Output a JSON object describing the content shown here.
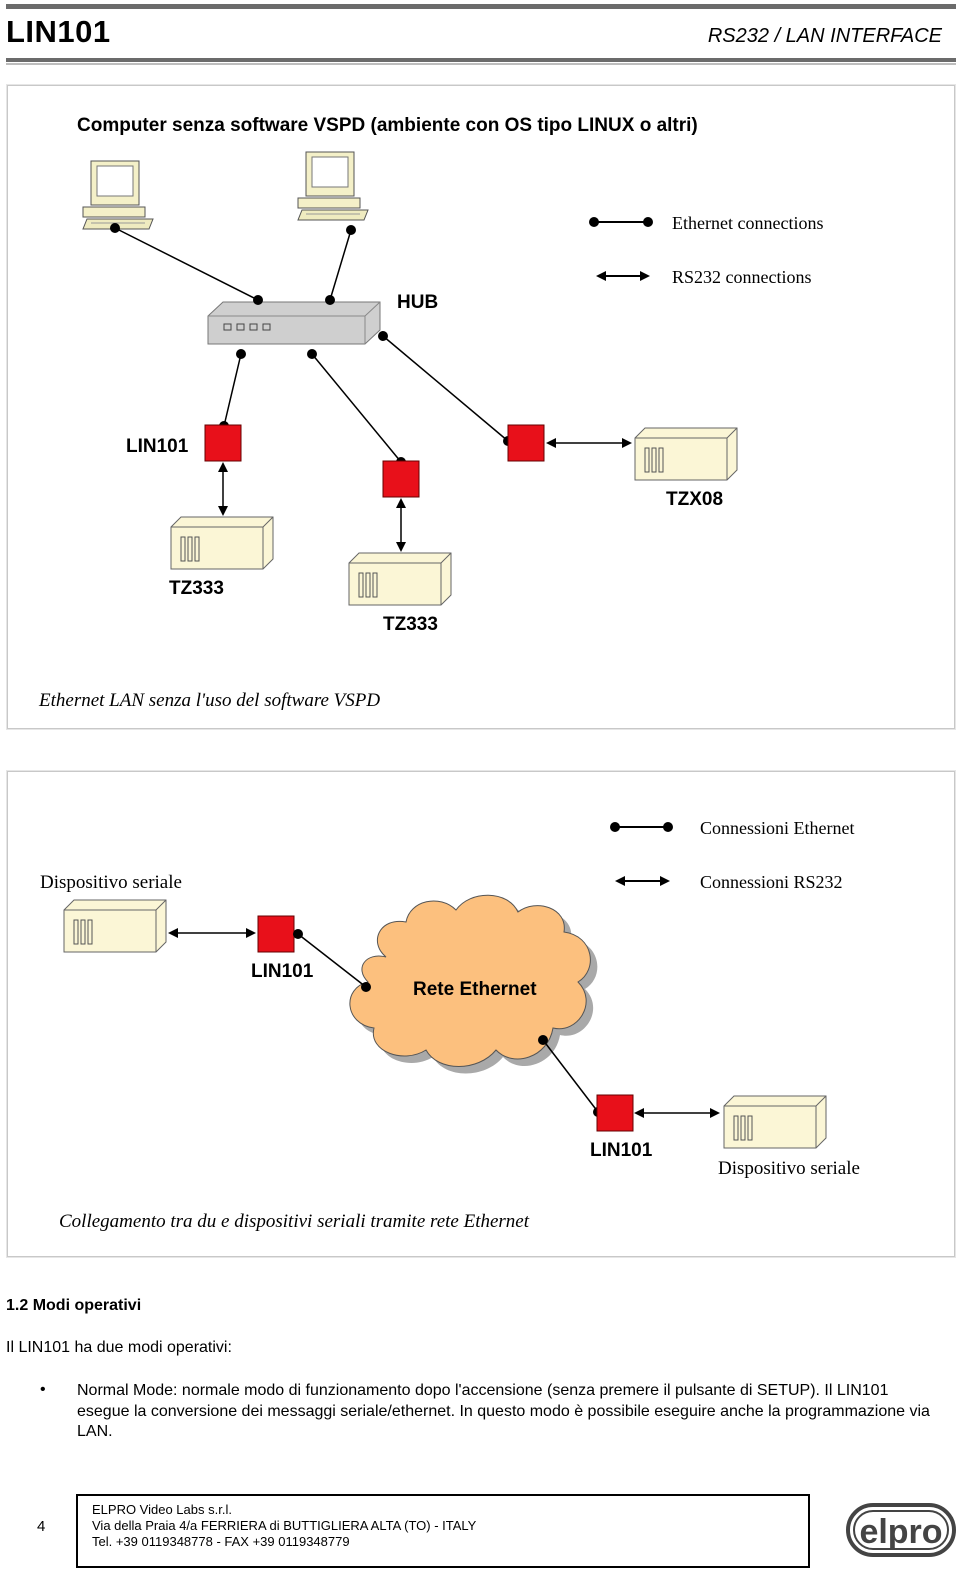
{
  "header": {
    "title": "LIN101",
    "subtitle": "RS232 / LAN INTERFACE"
  },
  "diagram1": {
    "title": "Computer senza software VSPD (ambiente con OS tipo LINUX o altri)",
    "legend_ethernet": "Ethernet connections",
    "legend_rs232": "RS232 connections",
    "hub_label": "HUB",
    "lin101_label": "LIN101",
    "tzx08_label": "TZX08",
    "tz333_label_1": "TZ333",
    "tz333_label_2": "TZ333",
    "caption": "Ethernet LAN senza l'uso del software VSPD"
  },
  "diagram2": {
    "legend_ethernet": "Connessioni Ethernet",
    "legend_rs232": "Connessioni RS232",
    "device_label_left": "Dispositivo seriale",
    "lin101_label_1": "LIN101",
    "cloud_label": "Rete Ethernet",
    "lin101_label_2": "LIN101",
    "device_label_right": "Dispositivo seriale",
    "caption": "Collegamento tra du e dispositivi  seriali tramite rete Ethernet"
  },
  "section": {
    "title": "1.2 Modi operativi",
    "intro": "Il LIN101 ha due modi operativi:",
    "bullet": "•",
    "bullet_text": "Normal Mode: normale modo di funzionamento dopo l'accensione (senza premere il pulsante di SETUP).  Il LIN101 esegue la conversione dei messaggi seriale/ethernet. In questo modo è possibile eseguire anche la programmazione via LAN."
  },
  "footer": {
    "page_number": "4",
    "company": "ELPRO Video Labs s.r.l.",
    "address": "Via della Praia 4/a FERRIERA di BUTTIGLIERA ALTA (TO) - ITALY",
    "phone": "Tel. +39 0119348778 - FAX +39 0119348779",
    "logo": "elpro"
  },
  "colors": {
    "lin101_red": "#e8101a",
    "device_cream": "#fbf6d6",
    "cloud_fill": "#fcc07e",
    "hub_gray": "#c9c9c9"
  }
}
